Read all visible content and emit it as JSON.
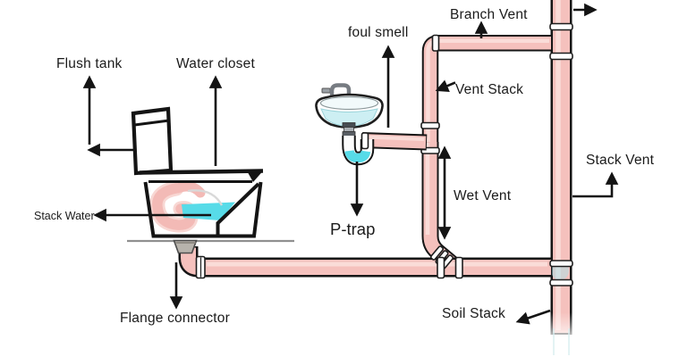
{
  "diagram_type": "plumbing-drainage-and-vent-system",
  "labels": {
    "flush_tank": "Flush tank",
    "water_closet": "Water closet",
    "stack_water": "Stack Water",
    "flange_connector": "Flange connector",
    "foul_smell": "foul smell",
    "p_trap": "P-trap",
    "branch_vent": "Branch Vent",
    "vent_stack": "Vent Stack",
    "wet_vent": "Wet Vent",
    "stack_vent": "Stack Vent",
    "soil_stack": "Soil Stack"
  },
  "colors": {
    "background": "#ffffff",
    "pipe_fill": "#f5c1bd",
    "pipe_highlight": "#fadcd8",
    "outline": "#141414",
    "toilet_water_cyan": "#57dbe8",
    "sink_water": "#cdeff3",
    "trap_coil_pink": "#f3bab6",
    "floor_line_gray": "#909090",
    "flange_gray": "#b7b3ac",
    "text": "#1b1b1b"
  }
}
